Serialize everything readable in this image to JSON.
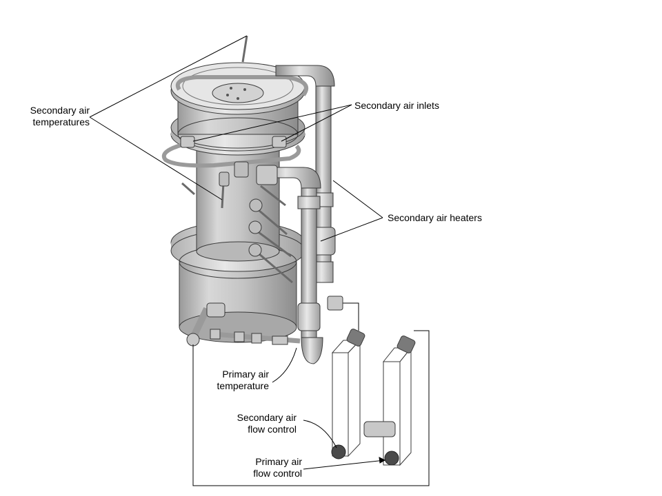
{
  "diagram": {
    "title": "Combustor apparatus with secondary air system",
    "colors": {
      "metal_light": "#e4e4e4",
      "metal_mid": "#bdbdbd",
      "metal_dark": "#8a8a8a",
      "outline": "#3a3a3a",
      "leader": "#000000",
      "knob": "#4a4a4a"
    },
    "labels": [
      {
        "id": "secondary-air-temperatures",
        "lines": [
          "Secondary air",
          "temperatures"
        ],
        "align": "right"
      },
      {
        "id": "secondary-air-inlets",
        "lines": [
          "Secondary air inlets"
        ],
        "align": "left"
      },
      {
        "id": "secondary-air-heaters",
        "lines": [
          "Secondary air heaters"
        ],
        "align": "left"
      },
      {
        "id": "primary-air-temperature",
        "lines": [
          "Primary air",
          "temperature"
        ],
        "align": "right"
      },
      {
        "id": "secondary-air-flow-control",
        "lines": [
          "Secondary air",
          "flow control"
        ],
        "align": "right"
      },
      {
        "id": "primary-air-flow-control",
        "lines": [
          "Primary air",
          "flow control"
        ],
        "align": "right"
      }
    ]
  }
}
